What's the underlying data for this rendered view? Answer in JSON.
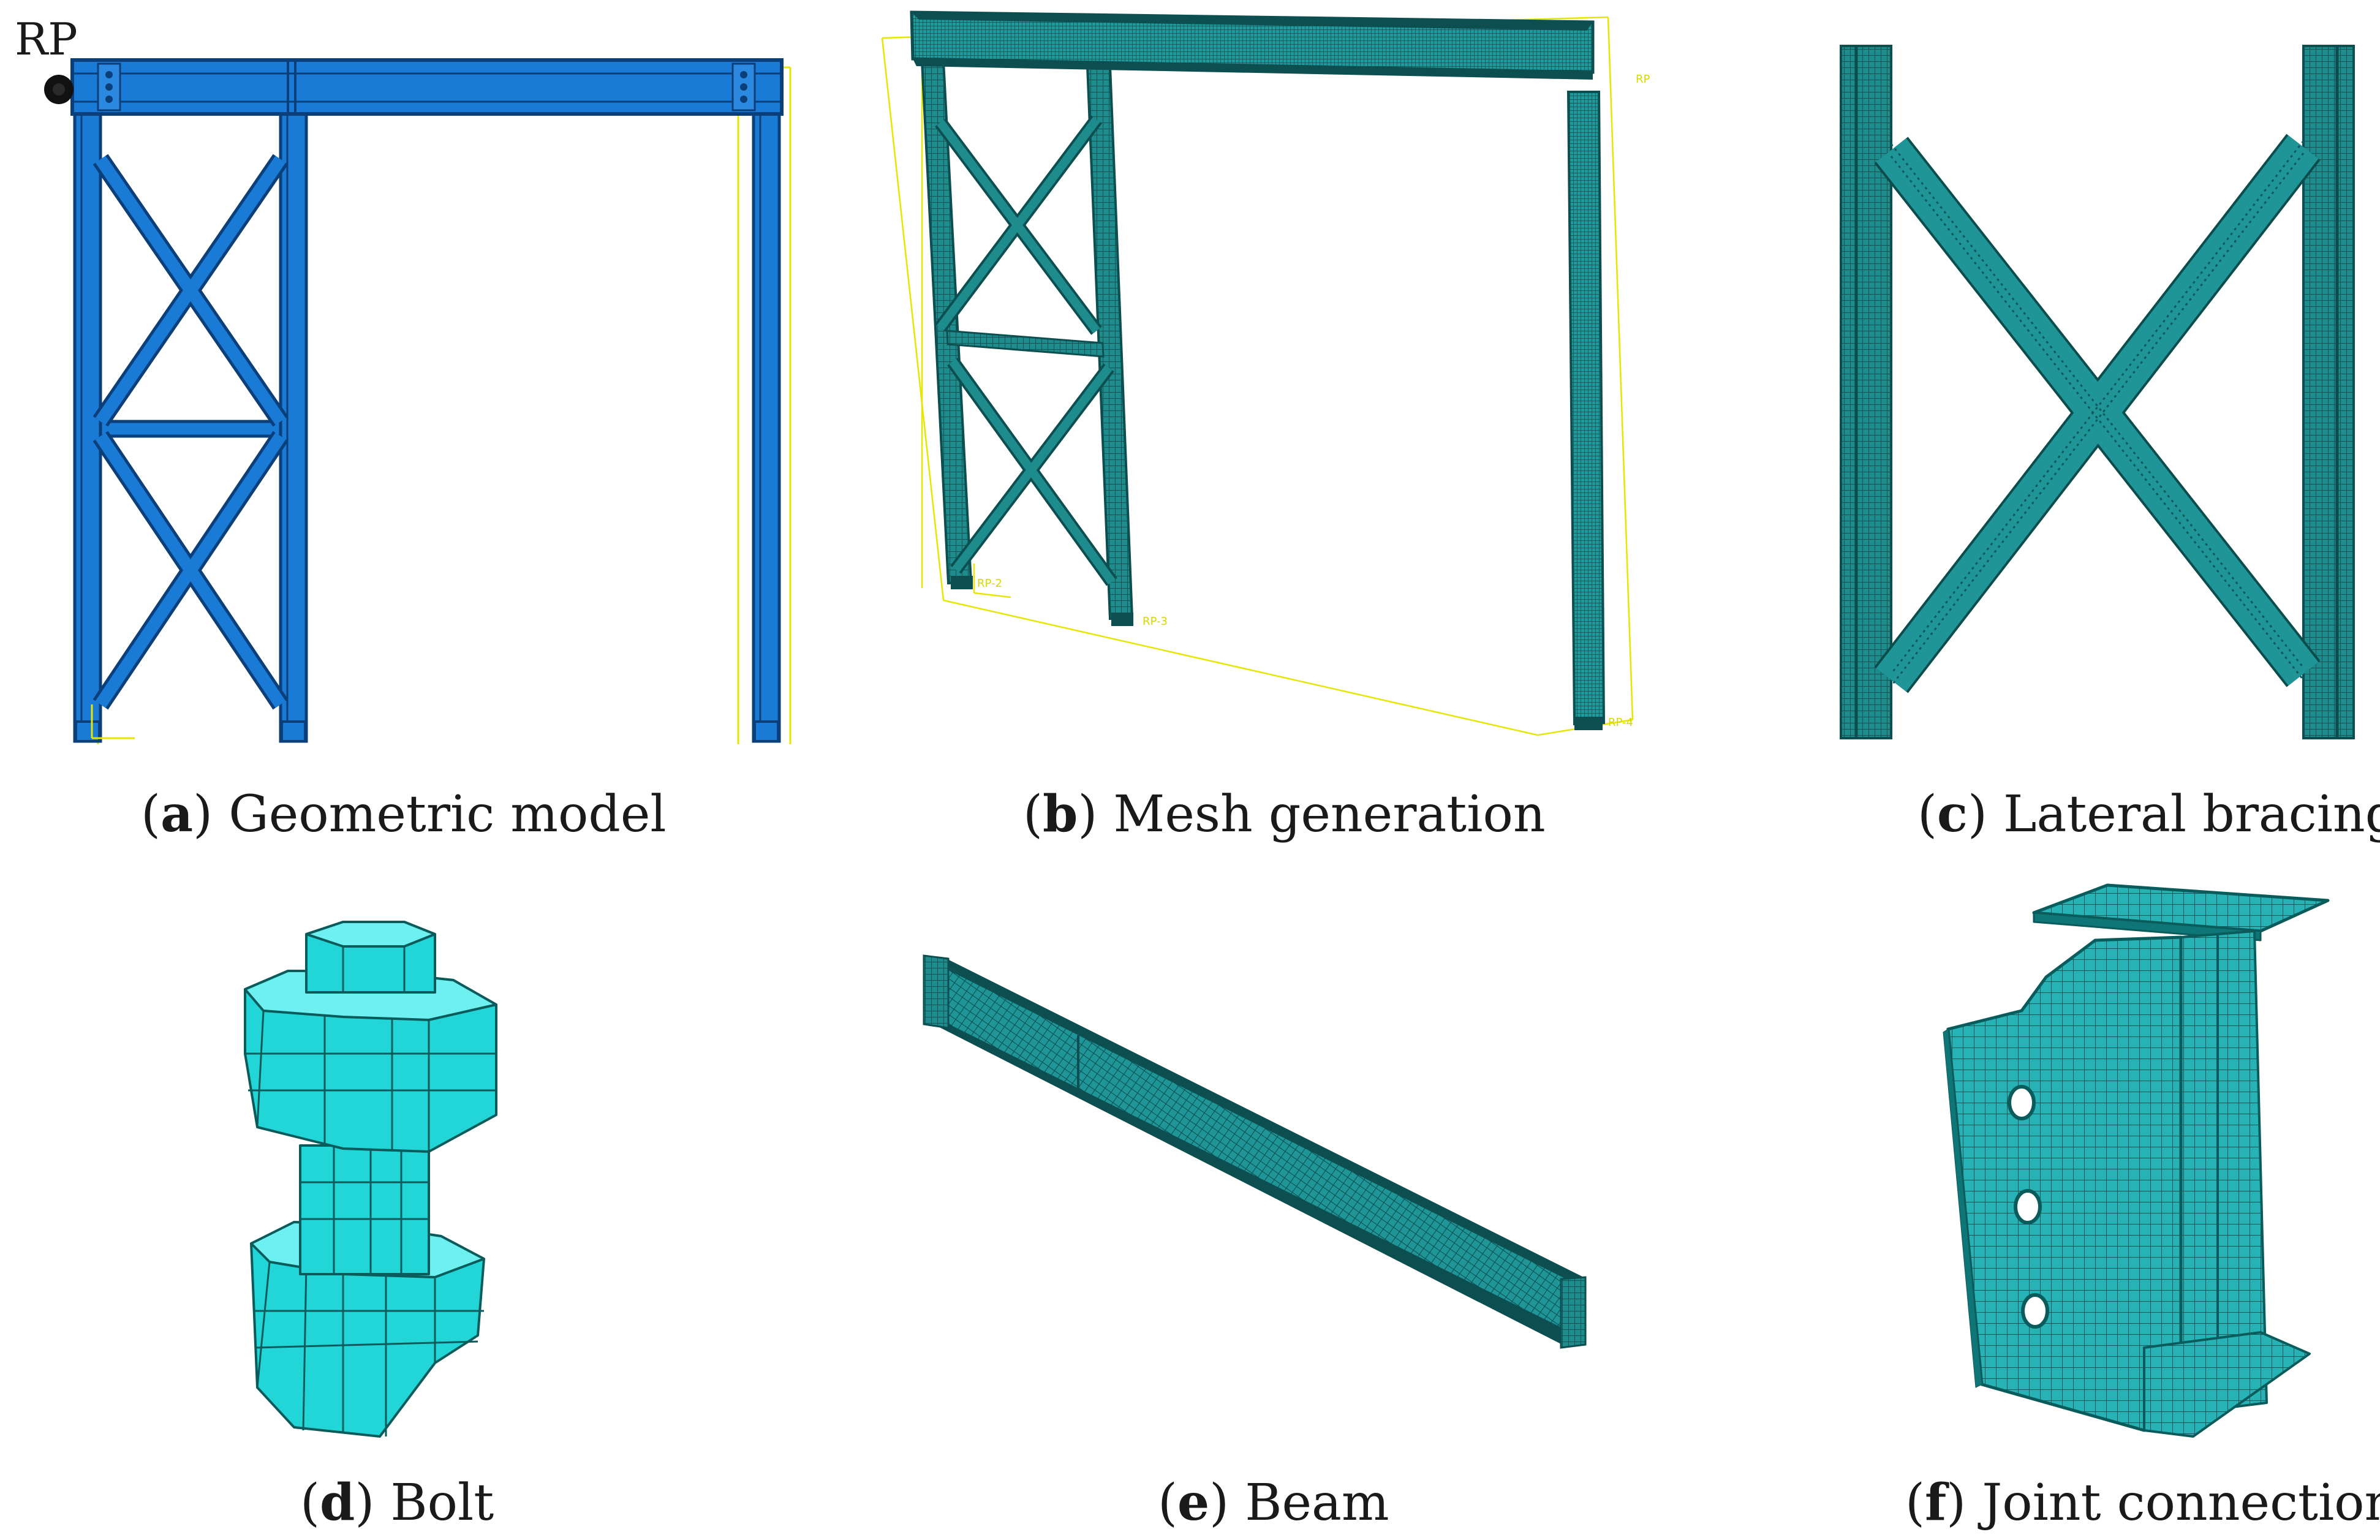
{
  "panels": {
    "a": {
      "letter": "a",
      "title": "Geometric model",
      "rp_label": "RP"
    },
    "b": {
      "letter": "b",
      "title": "Mesh generation"
    },
    "c": {
      "letter": "c",
      "title": "Lateral bracing"
    },
    "d": {
      "letter": "d",
      "title": "Bolt"
    },
    "e": {
      "letter": "e",
      "title": "Beam"
    },
    "f": {
      "letter": "f",
      "title": "Joint connection"
    }
  },
  "colors": {
    "geometry_blue": "#1a7bd6",
    "geometry_edge": "#0b3f7a",
    "mesh_teal": "#1e8c8c",
    "mesh_dark": "#0d4f50",
    "mesh_cyan": "#22d6d8",
    "mesh_line": "#0a5c5c",
    "construction_yellow": "#e6e600"
  },
  "icons": {
    "rp_marker": "reference-point-marker-icon",
    "axis_triad": "axis-triad-icon"
  }
}
